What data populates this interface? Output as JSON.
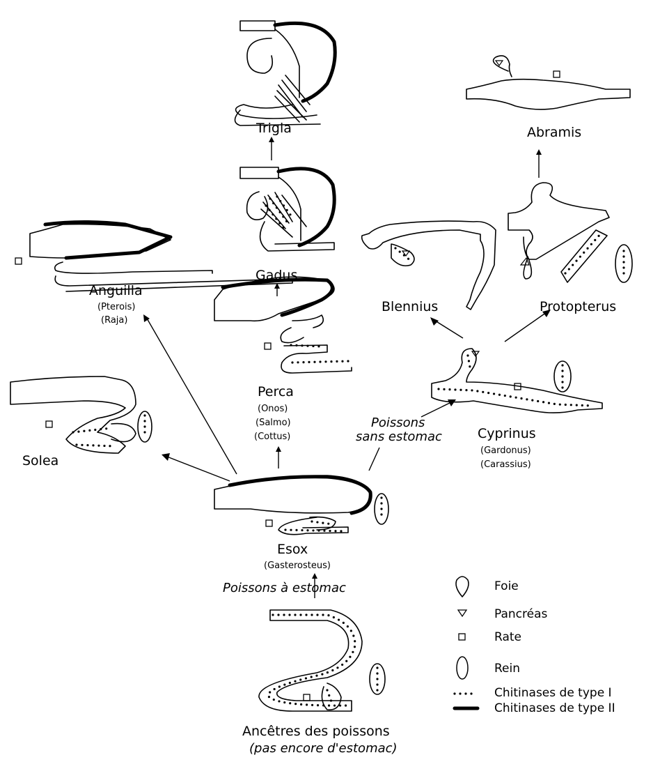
{
  "species": {
    "trigla": "Trigla",
    "gadus": "Gadus",
    "abramis": "Abramis",
    "anguilla": "Anguilla",
    "anguilla_alt1": "(Pterois)",
    "anguilla_alt2": "(Raja)",
    "blennius": "Blennius",
    "protopterus": "Protopterus",
    "perca": "Perca",
    "perca_alt1": "(Onos)",
    "perca_alt2": "(Salmo)",
    "perca_alt3": "(Cottus)",
    "solea": "Solea",
    "cyprinus": "Cyprinus",
    "cyprinus_alt1": "(Gardonus)",
    "cyprinus_alt2": "(Carassius)",
    "esox": "Esox",
    "esox_alt1": "(Gasterosteus)",
    "ancestors": "Ancêtres des poissons",
    "ancestors_note": "(pas encore d'estomac)"
  },
  "groups": {
    "sans_estomac_1": "Poissons",
    "sans_estomac_2": "sans estomac",
    "a_estomac": "Poissons à estomac"
  },
  "legend": {
    "foie": "Foie",
    "pancreas": "Pancréas",
    "rate": "Rate",
    "rein": "Rein",
    "type1": "Chitinases de type I",
    "type2": "Chitinases de type II"
  }
}
